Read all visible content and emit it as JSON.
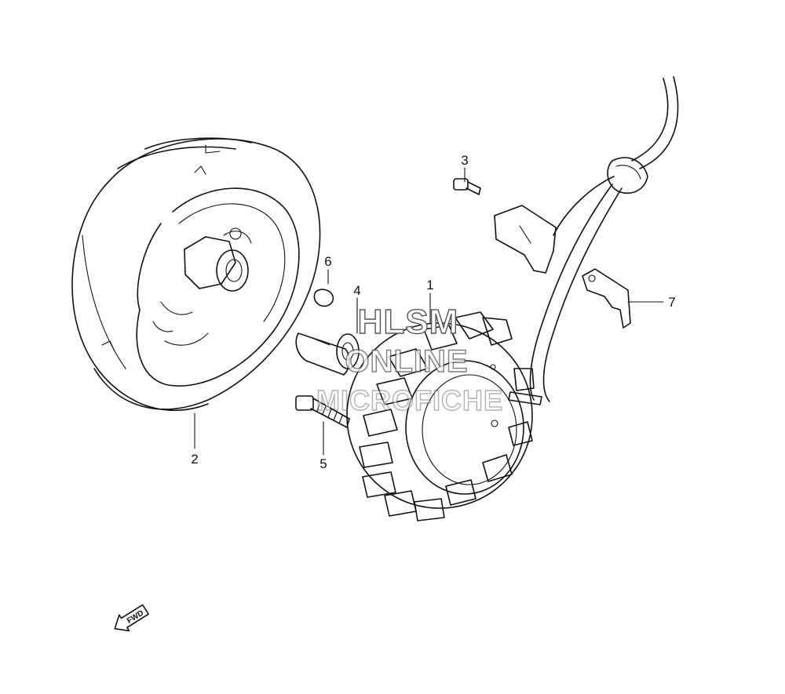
{
  "callouts": [
    {
      "label": "1"
    },
    {
      "label": "2"
    },
    {
      "label": "3"
    },
    {
      "label": "4"
    },
    {
      "label": "5"
    },
    {
      "label": "6"
    },
    {
      "label": "7"
    }
  ],
  "watermark": {
    "line1": "HLSM",
    "line2": "ONLINE",
    "line3": "MICROFICHE"
  },
  "direction_arrow": {
    "text": "FWD",
    "icon": "fwd-arrow-icon"
  }
}
